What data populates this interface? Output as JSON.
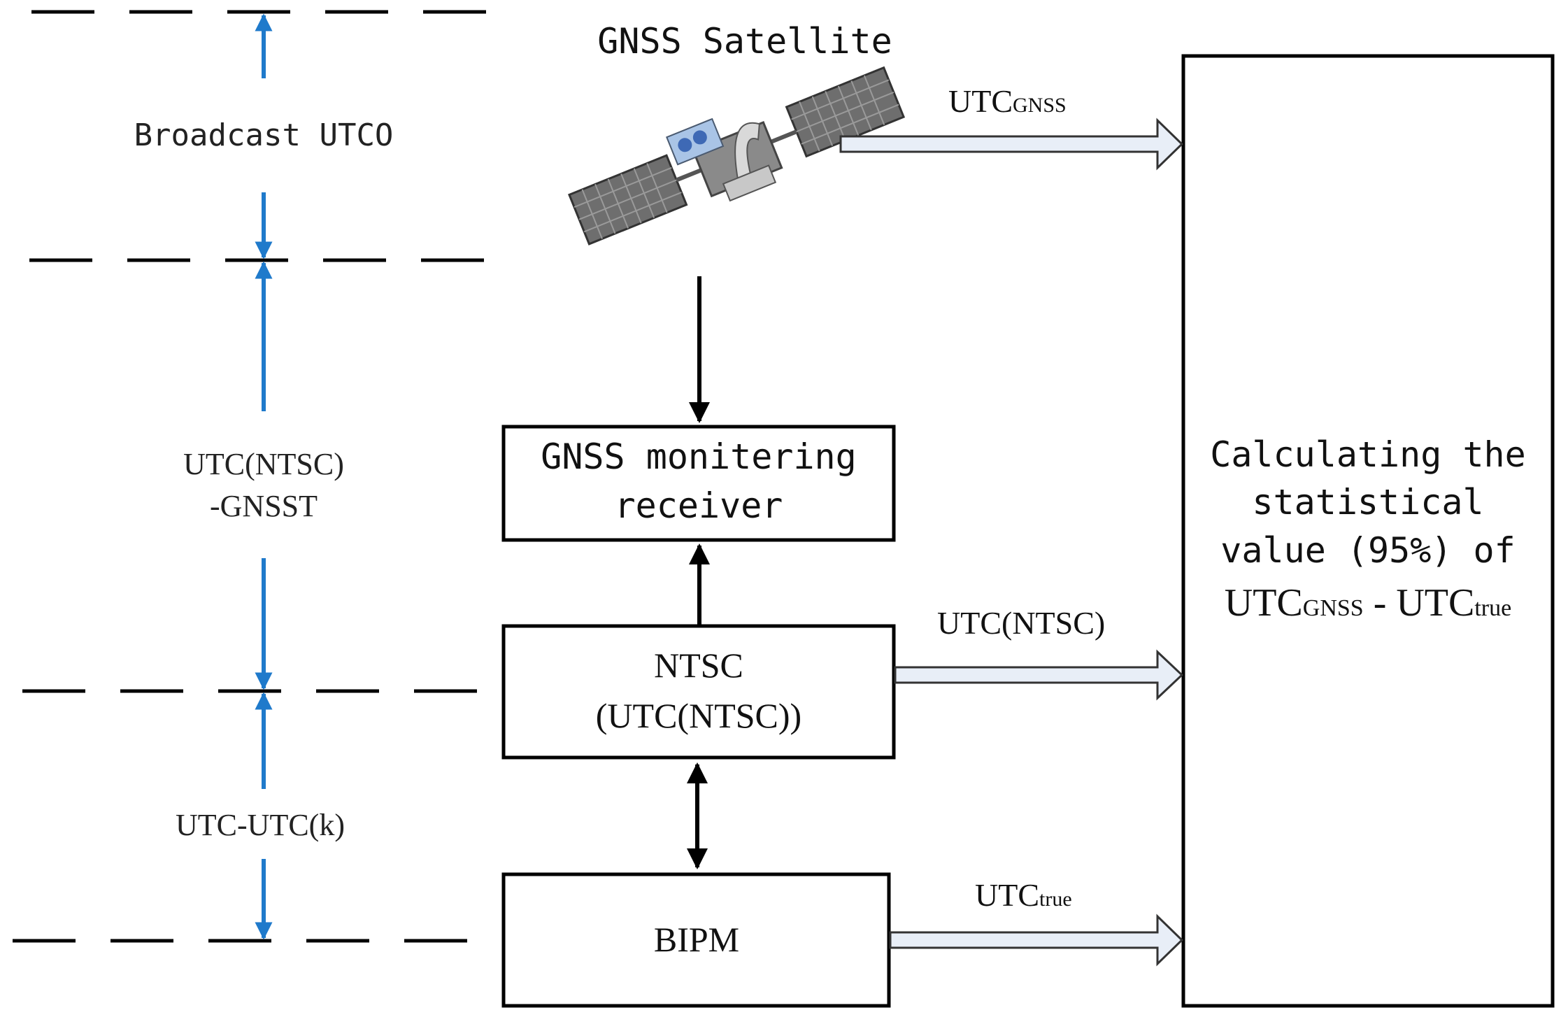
{
  "satellite": {
    "title": "GNSS Satellite"
  },
  "left_annotations": {
    "broadcast": "Broadcast UTCO",
    "utc_ntsc_line1": "UTC(NTSC)",
    "utc_ntsc_line2": "-GNSST",
    "utc_k": "UTC-UTC(k)"
  },
  "boxes": {
    "receiver_line1": "GNSS monitering",
    "receiver_line2": "receiver",
    "ntsc_line1": "NTSC",
    "ntsc_line2": "(UTC(NTSC))",
    "bipm": "BIPM",
    "calc_line1": "Calculating the",
    "calc_line2": "statistical",
    "calc_line3": "value (95%) of",
    "calc_line4_a": "UTC",
    "calc_line4_a_sub": "GNSS",
    "calc_line4_sep": " - ",
    "calc_line4_b": "UTC",
    "calc_line4_b_sub": "true"
  },
  "arrow_labels": {
    "utc_gnss_main": "UTC",
    "utc_gnss_sub": "GNSS",
    "utc_ntsc": "UTC(NTSC)",
    "utc_true_main": "UTC",
    "utc_true_sub": "true"
  },
  "colors": {
    "blue_arrow": "#1f7acb",
    "hollow_arrow_fill": "#e8eef7",
    "stroke": "#000000"
  },
  "icons": {
    "satellite": "satellite-icon"
  }
}
